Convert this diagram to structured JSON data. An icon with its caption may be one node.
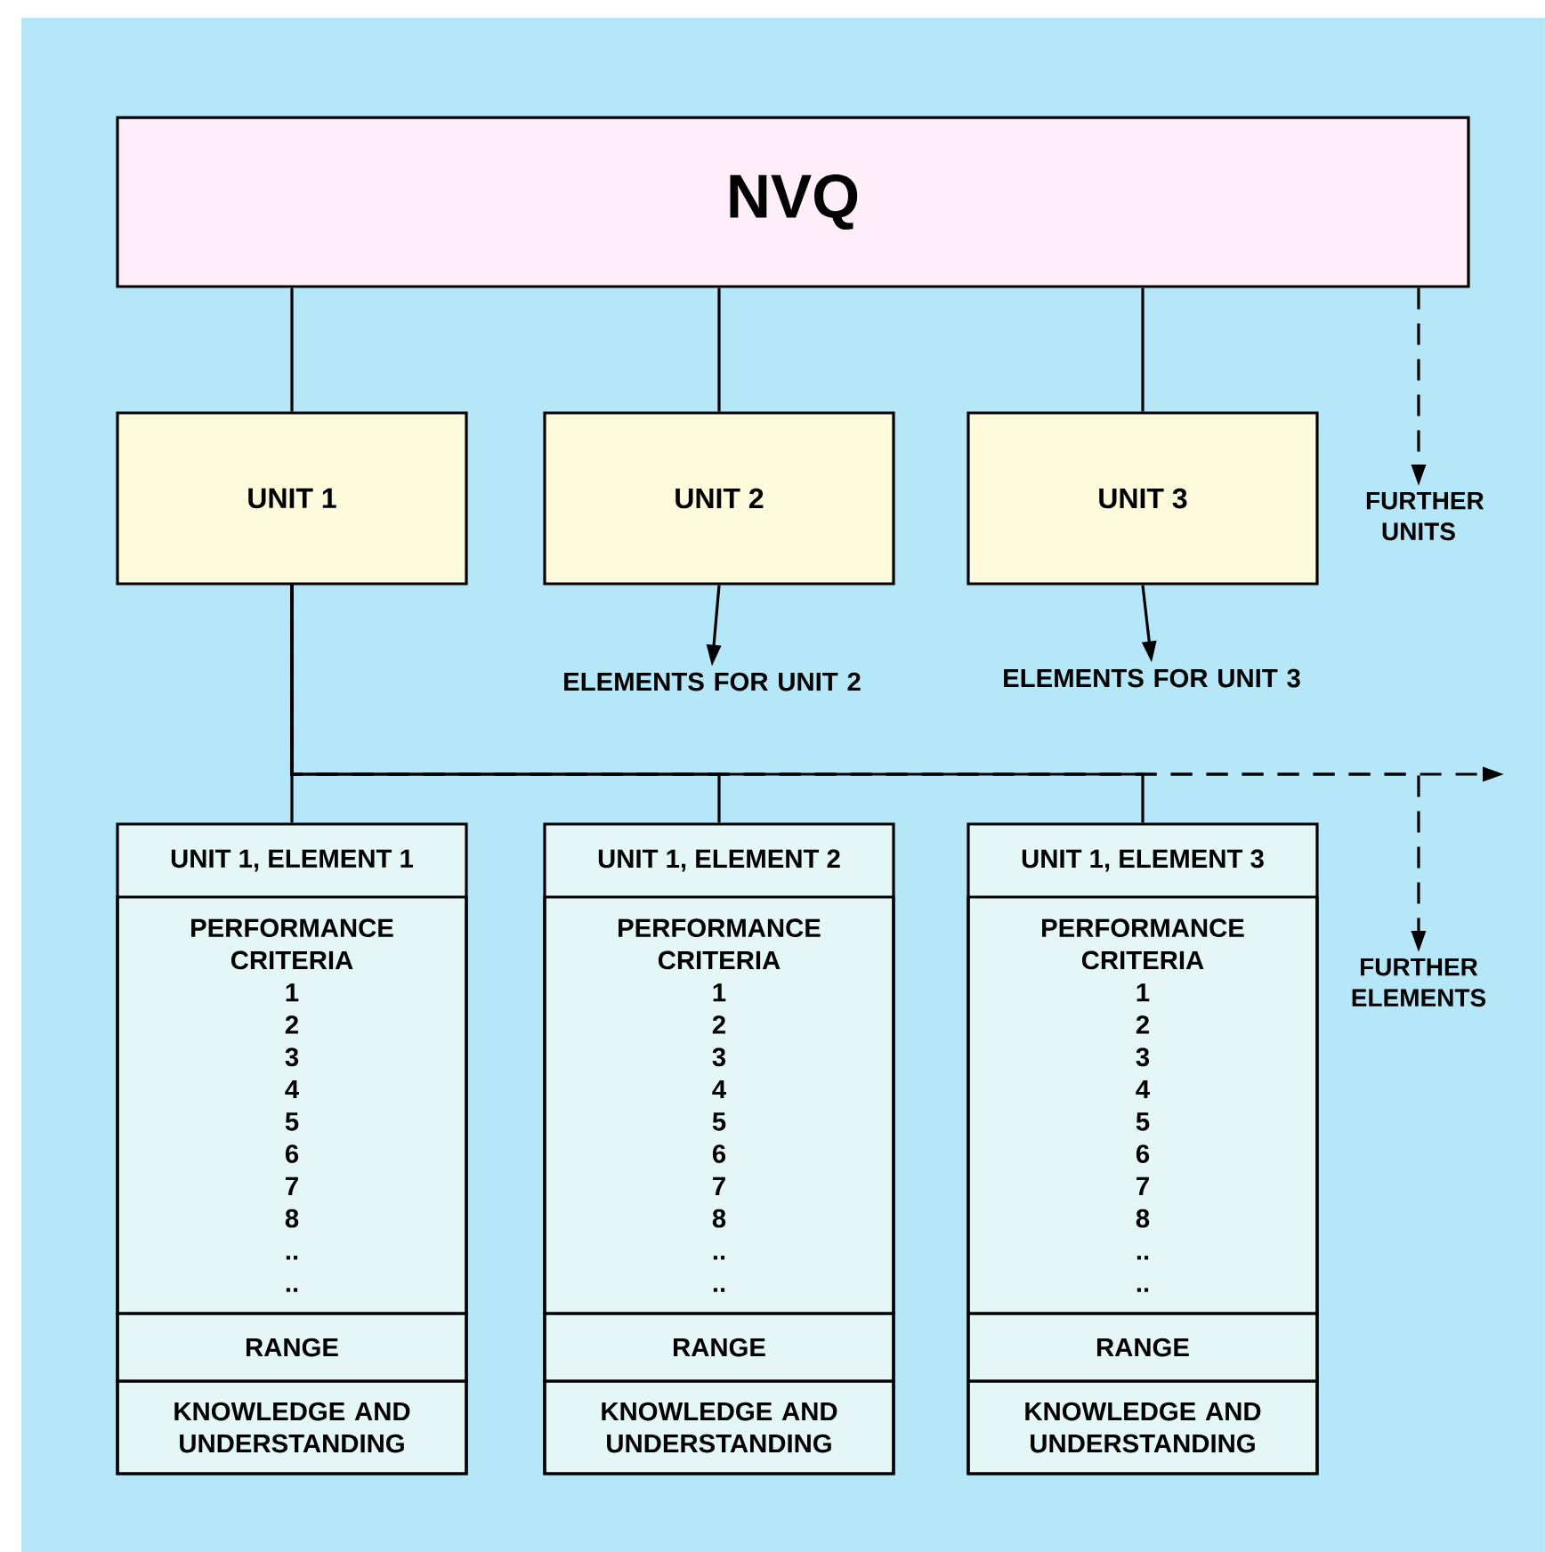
{
  "diagram": {
    "nodes": [
      {
        "text": [
          "NVQ"
        ]
      },
      {
        "text": [
          "UNIT 1"
        ]
      },
      {
        "text": [
          "UNIT 2"
        ]
      },
      {
        "text": [
          "UNIT 3"
        ]
      },
      {
        "text": [
          "FURTHER UNITS"
        ]
      },
      {
        "text": [
          "ELEMENTS FOR UNIT 2"
        ]
      },
      {
        "text": [
          "ELEMENTS FOR UNIT 3"
        ]
      },
      {
        "text": [
          "UNIT 1, ELEMENT 1"
        ]
      },
      {
        "text": [
          "PERFORMANCE CRITERIA",
          "1",
          "2",
          "3",
          "4",
          "5",
          "6",
          "7",
          "8",
          "..",
          ".."
        ],
        "in": 7
      },
      {
        "text": [
          "RANGE"
        ],
        "in": 7
      },
      {
        "text": [
          "KNOWLEDGE AND UNDERSTANDING"
        ],
        "in": 7
      },
      {
        "text": [
          "UNIT 1, ELEMENT 2"
        ]
      },
      {
        "text": [
          "PERFORMANCE CRITERIA",
          "1",
          "2",
          "3",
          "4",
          "5",
          "6",
          "7",
          "8",
          "..",
          ".."
        ],
        "in": 11
      },
      {
        "text": [
          "RANGE"
        ],
        "in": 11
      },
      {
        "text": [
          "KNOWLEDGE AND UNDERSTANDING"
        ],
        "in": 11
      },
      {
        "text": [
          "UNIT 1, ELEMENT 3"
        ]
      },
      {
        "text": [
          "PERFORMANCE CRITERIA",
          "1",
          "2",
          "3",
          "4",
          "5",
          "6",
          "7",
          "8",
          "..",
          ".."
        ],
        "in": 15
      },
      {
        "text": [
          "RANGE"
        ],
        "in": 15
      },
      {
        "text": [
          "KNOWLEDGE AND UNDERSTANDING"
        ],
        "in": 15
      },
      {
        "text": [
          "FURTHER ELEMENTS"
        ]
      }
    ],
    "edges": [
      {
        "from": 0,
        "to": 1,
        "arrow": "none"
      },
      {
        "from": 0,
        "to": 2,
        "arrow": "none"
      },
      {
        "from": 0,
        "to": 3,
        "arrow": "none"
      },
      {
        "from": 0,
        "to": 4,
        "arrow": "to",
        "style": "dashed"
      },
      {
        "from": 2,
        "to": 5,
        "arrow": "to"
      },
      {
        "from": 3,
        "to": 6,
        "arrow": "to"
      },
      {
        "from": 1,
        "to": 7,
        "arrow": "none"
      },
      {
        "from": 1,
        "to": 11,
        "arrow": "none"
      },
      {
        "from": 1,
        "to": 15,
        "arrow": "none"
      },
      {
        "from": 1,
        "to": 19,
        "arrow": "to",
        "style": "dashed"
      },
      {
        "from": 1,
        "to": null,
        "arrow": "to",
        "style": "dashed"
      }
    ]
  }
}
